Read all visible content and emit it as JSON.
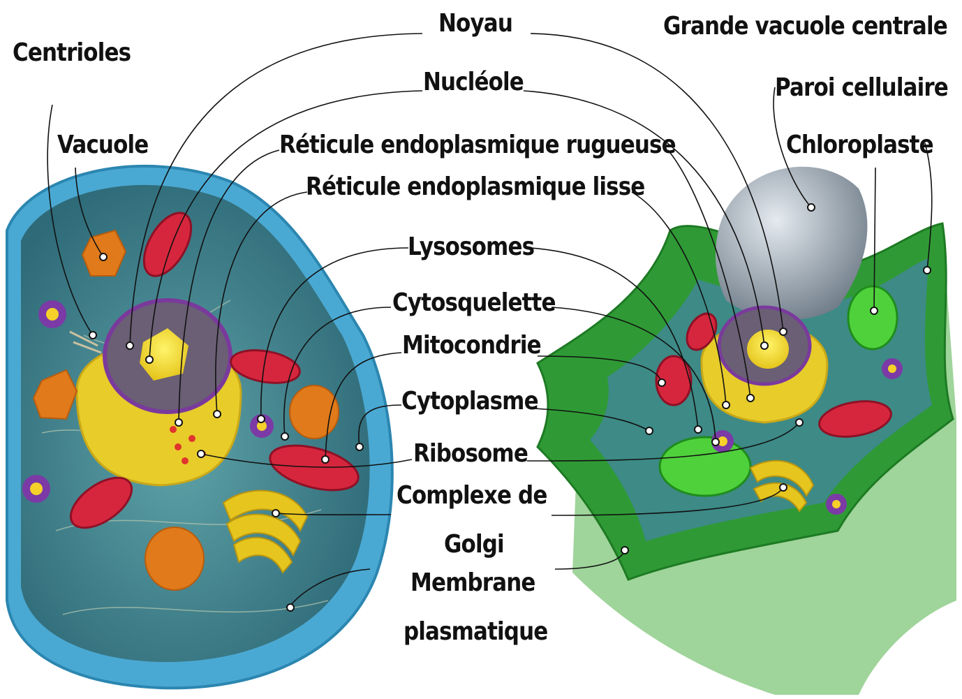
{
  "labels": {
    "centrioles": "Centrioles",
    "vacuole": "Vacuole",
    "noyau": "Noyau",
    "nucleole": "Nucléole",
    "rer": "Réticule endoplasmique rugueuse",
    "rel": "Réticule endoplasmique lisse",
    "lysosomes": "Lysosomes",
    "cytosquelette": "Cytosquelette",
    "mitocondrie": "Mitocondrie",
    "cytoplasme": "Cytoplasme",
    "ribosome": "Ribosome",
    "golgi_1": "Complexe de",
    "golgi_2": "Golgi",
    "membrane_1": "Membrane",
    "membrane_2": "plasmatique",
    "grande_vacuole": "Grande vacuole centrale",
    "paroi": "Paroi cellulaire",
    "chloroplaste": "Chloroplaste"
  },
  "colors": {
    "animal_membrane": "#3f9fc9",
    "animal_cytoplasm": "#3a7f8a",
    "plant_wall": "#2f9a35",
    "plant_wall_light": "#9fd49a",
    "nucleus_envelope": "#e3c62a",
    "nucleolus": "#f2e24a",
    "mitochondria": "#d6263d",
    "vacuole_orange": "#e07a1a",
    "lysosome_purple": "#7b3aa6",
    "golgi": "#e6c51e",
    "chloroplast": "#4fd13c",
    "central_vacuole": "#9aa6b2",
    "leader_line": "#111111"
  }
}
